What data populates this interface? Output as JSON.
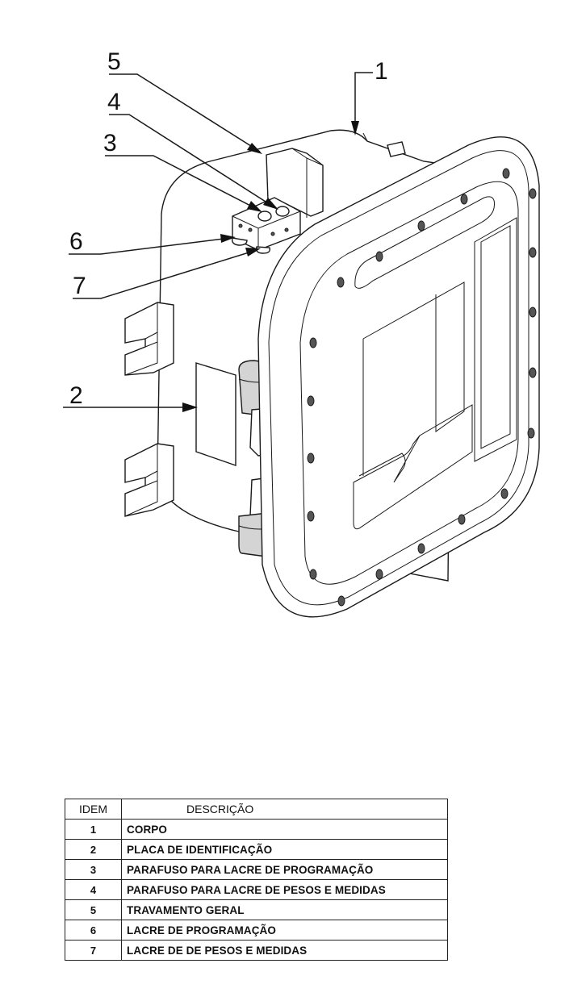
{
  "callouts": {
    "n1": "1",
    "n2": "2",
    "n3": "3",
    "n4": "4",
    "n5": "5",
    "n6": "6",
    "n7": "7"
  },
  "table": {
    "headers": {
      "item": "IDEM",
      "description": "DESCRIÇÃO"
    },
    "rows": [
      {
        "item": "1",
        "description": "CORPO"
      },
      {
        "item": "2",
        "description": "PLACA DE IDENTIFICAÇÃO"
      },
      {
        "item": "3",
        "description": "PARAFUSO PARA LACRE DE PROGRAMAÇÃO"
      },
      {
        "item": "4",
        "description": "PARAFUSO PARA LACRE DE PESOS E MEDIDAS"
      },
      {
        "item": "5",
        "description": "TRAVAMENTO GERAL"
      },
      {
        "item": "6",
        "description": "LACRE DE PROGRAMAÇÃO"
      },
      {
        "item": "7",
        "description": "LACRE DE DE PESOS E MEDIDAS"
      }
    ]
  }
}
